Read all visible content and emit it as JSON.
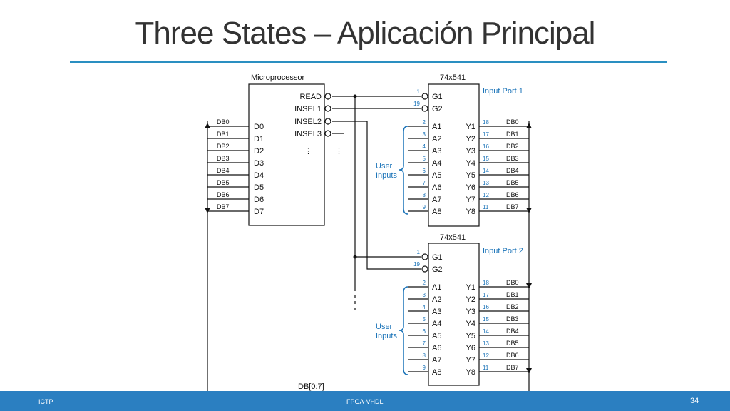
{
  "slide": {
    "title": "Three States – Aplicación Principal",
    "footer_left": "ICTP",
    "footer_center": "FPGA-VHDL",
    "page_number": "34",
    "accent_color": "#2a8fc1",
    "footer_color": "#2b7fc1"
  },
  "diagram": {
    "micro_title": "Microprocessor",
    "micro_outputs": [
      "READ",
      "INSEL1",
      "INSEL2",
      "INSEL3"
    ],
    "micro_data_pins": [
      "D0",
      "D1",
      "D2",
      "D3",
      "D4",
      "D5",
      "D6",
      "D7"
    ],
    "bus_labels": [
      "DB0",
      "DB1",
      "DB2",
      "DB3",
      "DB4",
      "DB5",
      "DB6",
      "DB7"
    ],
    "bus_label": "DB[0:7]",
    "chip_name": "74x541",
    "port1_label": "Input Port 1",
    "port2_label": "Input Port 2",
    "user_inputs": "User",
    "user_inputs_2": "Inputs",
    "gate_pins": [
      "G1",
      "G2"
    ],
    "gate_pin_numbers": [
      "1",
      "19"
    ],
    "a_pins": [
      "A1",
      "A2",
      "A3",
      "A4",
      "A5",
      "A6",
      "A7",
      "A8"
    ],
    "a_pin_numbers": [
      "2",
      "3",
      "4",
      "5",
      "6",
      "7",
      "8",
      "9"
    ],
    "y_pins": [
      "Y1",
      "Y2",
      "Y3",
      "Y4",
      "Y5",
      "Y6",
      "Y7",
      "Y8"
    ],
    "y_pin_numbers": [
      "18",
      "17",
      "16",
      "15",
      "14",
      "13",
      "12",
      "11"
    ],
    "ellipsis": "⋮"
  }
}
